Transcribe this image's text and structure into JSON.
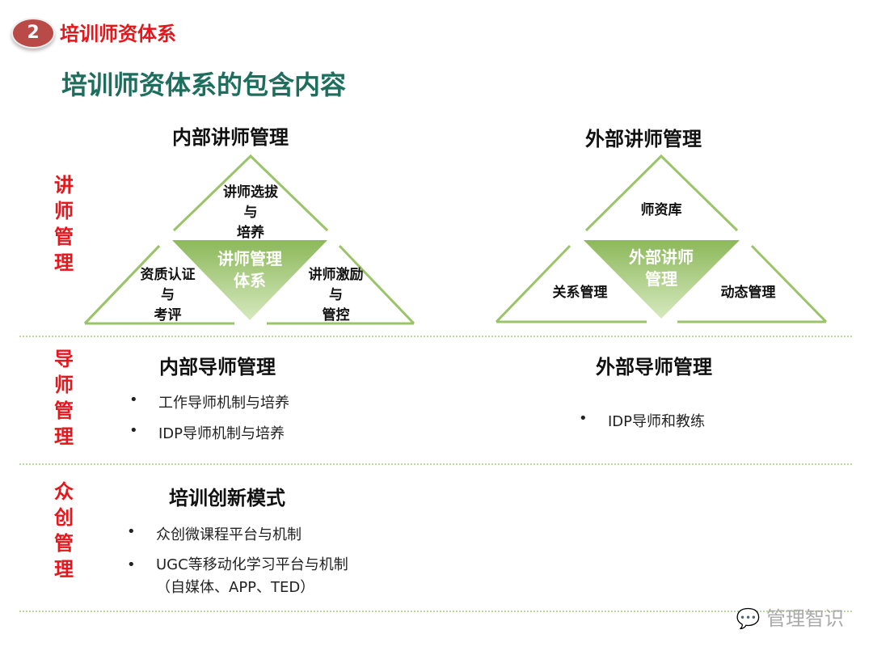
{
  "header": {
    "badge_number": "2",
    "section_title": "培训师资体系",
    "main_title": "培训师资体系的包含内容"
  },
  "rows": [
    {
      "side_label": [
        "讲",
        "师",
        "管",
        "理"
      ]
    },
    {
      "side_label": [
        "导",
        "师",
        "管",
        "理"
      ]
    },
    {
      "side_label": [
        "众",
        "创",
        "管",
        "理"
      ]
    }
  ],
  "internal_lecturer": {
    "heading": "内部讲师管理",
    "top": [
      "讲师选拔",
      "与",
      "培养"
    ],
    "left": [
      "资质认证",
      "与",
      "考评"
    ],
    "right": [
      "讲师激励",
      "与",
      "管控"
    ],
    "center": [
      "讲师管理",
      "体系"
    ]
  },
  "external_lecturer": {
    "heading": "外部讲师管理",
    "top": "师资库",
    "left": "关系管理",
    "right": "动态管理",
    "center": [
      "外部讲师",
      "管理"
    ]
  },
  "internal_mentor": {
    "heading": "内部导师管理",
    "bullets": [
      "工作导师机制与培养",
      "IDP导师机制与培养"
    ]
  },
  "external_mentor": {
    "heading": "外部导师管理",
    "bullets": [
      "IDP导师和教练"
    ]
  },
  "innovation": {
    "heading": "培训创新模式",
    "bullets": [
      "众创微课程平台与机制",
      "UGC等移动化学习平台与机制（自媒体、APP、TED）"
    ]
  },
  "watermark": "管理智识",
  "colors": {
    "accent_red": "#e5161c",
    "title_green": "#1e6e5e",
    "triangle_green": "#9bc46a"
  }
}
